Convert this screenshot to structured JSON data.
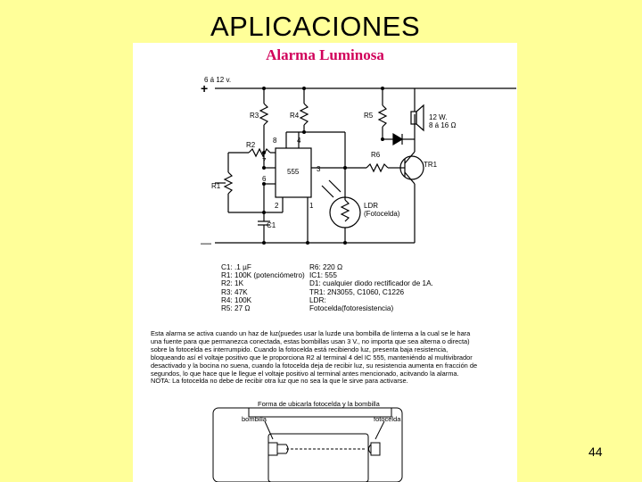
{
  "slide": {
    "title": "APLICACIONES",
    "page_number": "44"
  },
  "sheet": {
    "title": "Alarma Luminosa",
    "circuit_labels": {
      "supply": "6 á 12 v.",
      "plus": "+",
      "minus": "—",
      "r1": "R1",
      "r2": "R2",
      "r3": "R3",
      "r4": "R4",
      "r5": "R5",
      "r6": "R6",
      "pin8": "8",
      "pin4": "4",
      "pin7": "7",
      "pin6": "6",
      "pin3": "3",
      "pin2": "2",
      "pin1": "1",
      "ic": "555",
      "c1": "C1",
      "tr1": "TR1",
      "speaker_power": "12 W.",
      "speaker_imp": "8 á 16 Ω",
      "ldr": "LDR",
      "ldr_sub": "(Fotocelda)"
    },
    "components_left": [
      "C1: .1 µF",
      "R1: 100K (potenciómetro)",
      "R2: 1K",
      "R3: 47K",
      "R4: 100K",
      "R5: 27 Ω"
    ],
    "components_right": [
      "R6: 220 Ω",
      "IC1: 555",
      "D1: cualquier diodo rectificador de 1A.",
      "TR1: 2N3055, C1060, C1226",
      "LDR:",
      "Fotocelda(fotoresistencia)"
    ],
    "description": [
      "Esta alarma se activa cuando un haz de luz(puedes usar la luzde una bombilla de linterna a la cual se le hara",
      "una fuente para que permanezca conectada, estas bombillas usan 3 V., no importa que sea alterna o directa)",
      "sobre la fotocelda es interrumpido. Cuando la fotocelda está recibiendo luz, presenta baja resistencia,",
      "bloqueando así el voltaje positivo  que le proporciona R2 al terminal 4 del IC 555, manteniéndo al multivibrador",
      "desactivado y la bocina no suena, cuando la fotocelda deja de recibir luz, su resistencia aumenta en fracción de",
      "segundos, lo que hace que le llegue el voltaje positivo al terminal antes mencionado, acitvando la alarma.",
      "NOTA:  La fotocelda no debe de recibir otra luz que no sea la que le sirve para activarse."
    ],
    "diagram": {
      "title": "Forma de ubicarla fotocelda y la bombilla",
      "bulb_label": "bombilla",
      "cell_label": "fotocelda"
    }
  }
}
